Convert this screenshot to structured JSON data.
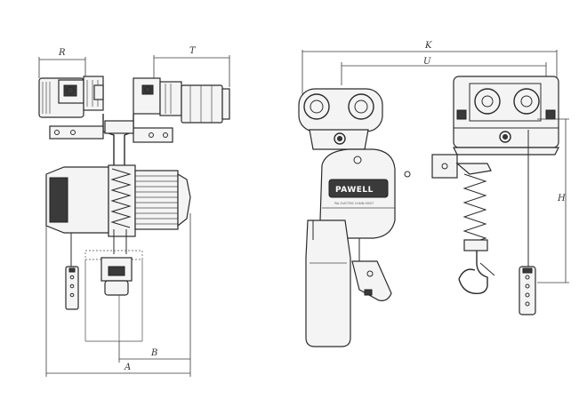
{
  "drawing": {
    "brand_plate": "PAWELL",
    "brand_subtext": "PAL ELECTRIC CHAIN HOIST",
    "dimension_labels": {
      "R": "R",
      "T": "T",
      "A": "A",
      "B": "B",
      "K": "K",
      "U": "U",
      "H": "H"
    }
  }
}
